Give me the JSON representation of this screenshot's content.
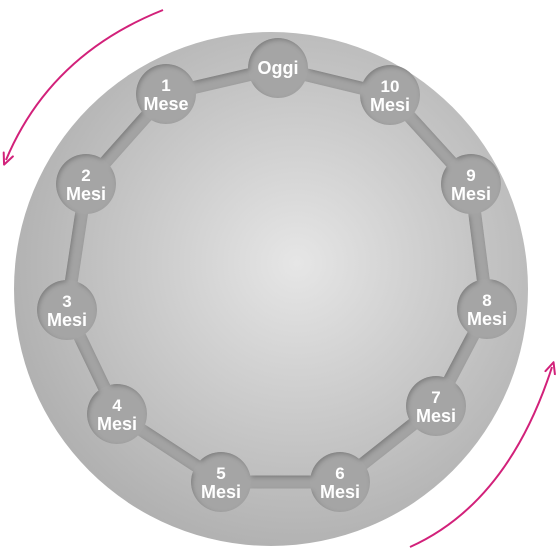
{
  "diagram": {
    "colors": {
      "disc_light": "#e6e6e6",
      "disc_dark": "#a9a9a9",
      "ring_track": "#a3a3a3",
      "node_fill": "#a5a5a5",
      "node_text": "#ffffff",
      "arrow": "#d2217a"
    },
    "direction_arrows": [
      {
        "name": "top-left-arrow",
        "icon": "curved-arrow-counterclockwise"
      },
      {
        "name": "bottom-right-arrow",
        "icon": "curved-arrow-counterclockwise"
      }
    ],
    "nodes": [
      {
        "id": "oggi",
        "number": "",
        "label": "Oggi"
      },
      {
        "id": "mese-1",
        "number": "1",
        "label": "Mese"
      },
      {
        "id": "mesi-2",
        "number": "2",
        "label": "Mesi"
      },
      {
        "id": "mesi-3",
        "number": "3",
        "label": "Mesi"
      },
      {
        "id": "mesi-4",
        "number": "4",
        "label": "Mesi"
      },
      {
        "id": "mesi-5",
        "number": "5",
        "label": "Mesi"
      },
      {
        "id": "mesi-6",
        "number": "6",
        "label": "Mesi"
      },
      {
        "id": "mesi-7",
        "number": "7",
        "label": "Mesi"
      },
      {
        "id": "mesi-8",
        "number": "8",
        "label": "Mesi"
      },
      {
        "id": "mesi-9",
        "number": "9",
        "label": "Mesi"
      },
      {
        "id": "mesi-10",
        "number": "10",
        "label": "Mesi"
      }
    ]
  }
}
